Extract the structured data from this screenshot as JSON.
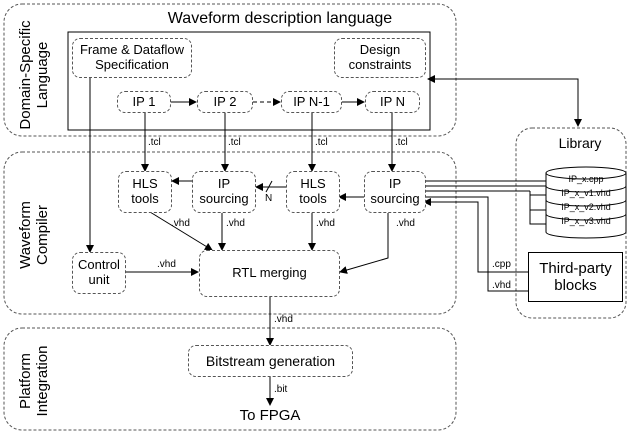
{
  "sections": {
    "dsl": {
      "label_line1": "Domain-Specific",
      "label_line2": "Language"
    },
    "compiler": {
      "label_line1": "Waveform",
      "label_line2": "Compiler"
    },
    "platform": {
      "label_line1": "Platform",
      "label_line2": "Integration"
    }
  },
  "dsl_box": {
    "title": "Waveform description language",
    "frame_spec_line1": "Frame & Dataflow",
    "frame_spec_line2": "Specification",
    "design_constraints_line1": "Design",
    "design_constraints_line2": "constraints",
    "ips": [
      "IP 1",
      "IP 2",
      "IP N-1",
      "IP N"
    ]
  },
  "compiler_box": {
    "hls_line1": "HLS",
    "hls_line2": "tools",
    "ips_line1": "IP",
    "ips_line2": "sourcing",
    "control_line1": "Control",
    "control_line2": "unit",
    "rtl": "RTL merging",
    "n_label": "N"
  },
  "library": {
    "title": "Library",
    "files": [
      "IP_x.cpp",
      "IP_x_v1.vhd",
      "IP_x_v2.vhd",
      "IP_x_v3.vhd"
    ]
  },
  "third_party": {
    "line1": "Third-party",
    "line2": "blocks"
  },
  "platform_box": {
    "bitstream": "Bitstream generation",
    "target": "To FPGA"
  },
  "edge_labels": {
    "tcl": ".tcl",
    "vhd": ".vhd",
    "cpp": ".cpp",
    "bit": ".bit"
  }
}
